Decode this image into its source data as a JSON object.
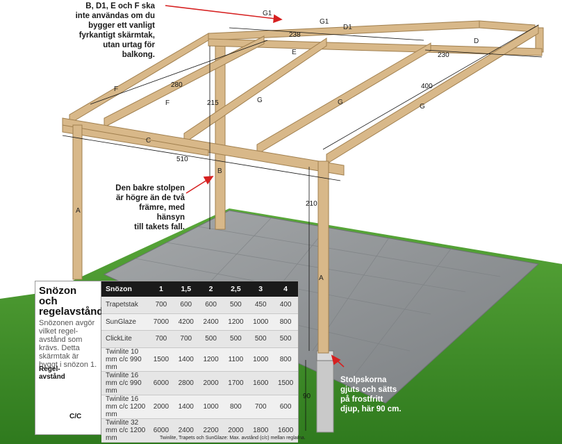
{
  "callouts": {
    "top": [
      "B, D1, E och F ska",
      "inte användas om du",
      "bygger ett vanligt",
      "fyrkantigt skärmtak,",
      "utan urtag för",
      "balkong."
    ],
    "middle": [
      "Den bakre stolpen",
      "är högre än de två",
      "främre, med hänsyn",
      "till takets fall."
    ],
    "footing": [
      "Stolpskorna",
      "gjuts och sätts",
      "på frostfritt",
      "djup, här 90 cm."
    ]
  },
  "part_labels": {
    "A": "A",
    "B": "B",
    "C": "C",
    "D": "D",
    "D1": "D1",
    "E": "E",
    "F": "F",
    "G": "G",
    "G1": "G1"
  },
  "dimensions": {
    "d238": "238",
    "d230": "230",
    "d280": "280",
    "d400": "400",
    "d215": "215",
    "d510": "510",
    "d210": "210",
    "d90": "90"
  },
  "panel": {
    "title": "Snözon och regelavstånd",
    "body": "Snözonen avgör vilket regel- avstånd som krävs. Detta skärmtak är byggt i snözon 1.",
    "diagram_label_top": "Regel- avstånd",
    "diagram_label_bottom": "C/C",
    "table": {
      "headers": [
        "Snözon",
        "1",
        "1,5",
        "2",
        "2,5",
        "3",
        "4"
      ],
      "rows": [
        {
          "name": "Trapetstak",
          "values": [
            "700",
            "600",
            "600",
            "500",
            "450",
            "400"
          ]
        },
        {
          "name": "SunGlaze",
          "values": [
            "7000",
            "4200",
            "2400",
            "1200",
            "1000",
            "800"
          ]
        },
        {
          "name": "ClickLite",
          "values": [
            "700",
            "700",
            "500",
            "500",
            "500",
            "500"
          ]
        },
        {
          "name": "Twinlite 10 mm c/c 990 mm",
          "values": [
            "1500",
            "1400",
            "1200",
            "1100",
            "1000",
            "800"
          ]
        },
        {
          "name": "Twinlite 16 mm c/c 990 mm",
          "values": [
            "6000",
            "2800",
            "2000",
            "1700",
            "1600",
            "1500"
          ]
        },
        {
          "name": "Twinlite 16 mm c/c 1200 mm",
          "values": [
            "2000",
            "1400",
            "1000",
            "800",
            "700",
            "600"
          ]
        },
        {
          "name": "Twinlite 32 mm c/c 1200 mm",
          "values": [
            "6000",
            "2400",
            "2200",
            "2000",
            "1800",
            "1600"
          ]
        }
      ]
    },
    "footnote": "Twinlite, Trapets och SunGlaze: Max. avstånd (c/c) mellan reglarna."
  },
  "colors": {
    "wood": "#d8b889",
    "wood_dark": "#b8955f",
    "concrete": "#8d9194",
    "grass": "#3f8f2a",
    "accent_red": "#d62020"
  }
}
